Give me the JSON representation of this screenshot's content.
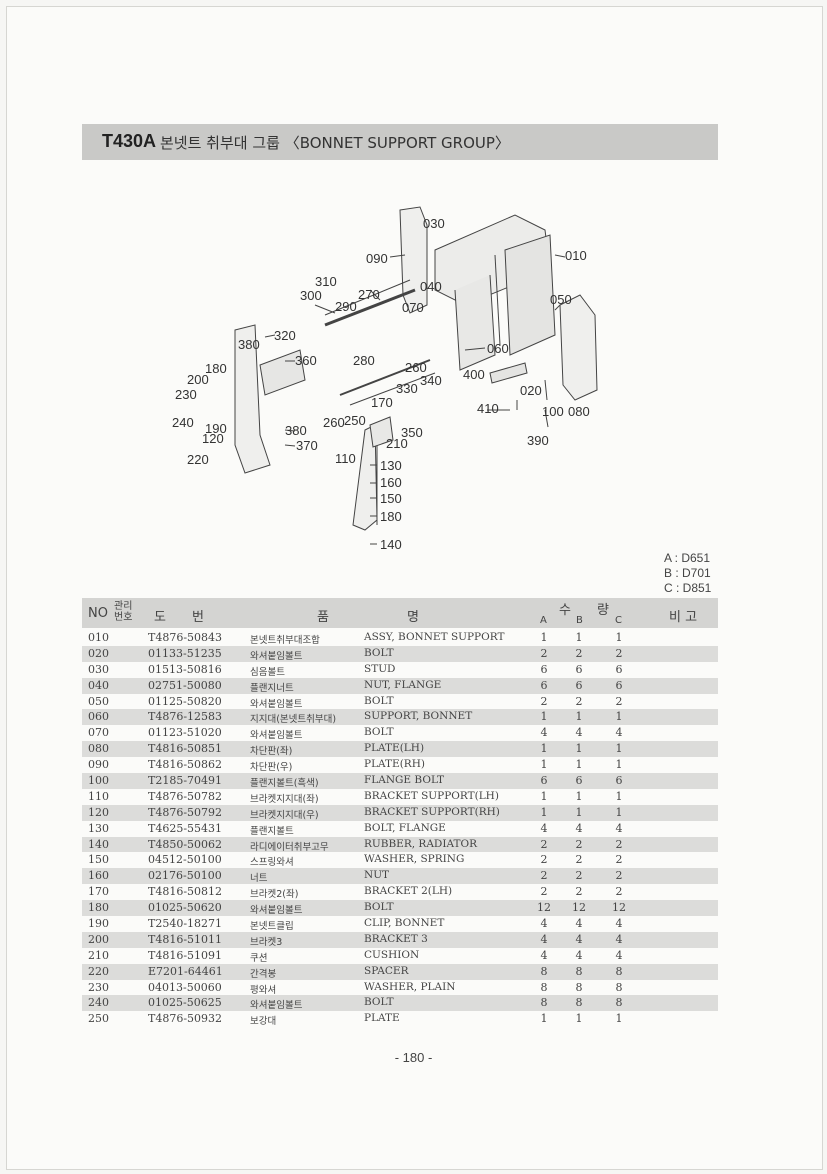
{
  "header": {
    "code": "T430A",
    "title": "본넷트 취부대 그룹 〈BONNET SUPPORT GROUP〉"
  },
  "diagram_labels": [
    "030",
    "090",
    "010",
    "310",
    "300",
    "270",
    "040",
    "290",
    "070",
    "050",
    "320",
    "380",
    "180",
    "360",
    "280",
    "060",
    "200",
    "260",
    "400",
    "340",
    "230",
    "330",
    "020",
    "170",
    "410",
    "100",
    "080",
    "240",
    "260",
    "250",
    "190",
    "350",
    "380",
    "120",
    "210",
    "390",
    "370",
    "220",
    "110",
    "130",
    "160",
    "150",
    "180",
    "140"
  ],
  "legend": [
    "A : D651",
    "B : D701",
    "C : D851"
  ],
  "table": {
    "header": {
      "no": "NO",
      "mgmt": [
        "관리",
        "번호"
      ],
      "part_no": "도　　번",
      "name": "품　　　　　　명",
      "qty": "수　　량",
      "qty_cols": [
        "A",
        "B",
        "C"
      ],
      "remarks": "비 고"
    },
    "rows": [
      {
        "no": "010",
        "part": "T4876-50843",
        "kor": "본넷트취부대조합",
        "eng": "ASSY, BONNET SUPPORT",
        "a": "1",
        "b": "1",
        "c": "1"
      },
      {
        "no": "020",
        "part": "01133-51235",
        "kor": "와셔붙임볼트",
        "eng": "BOLT",
        "a": "2",
        "b": "2",
        "c": "2"
      },
      {
        "no": "030",
        "part": "01513-50816",
        "kor": "심음볼트",
        "eng": "STUD",
        "a": "6",
        "b": "6",
        "c": "6"
      },
      {
        "no": "040",
        "part": "02751-50080",
        "kor": "플랜지너트",
        "eng": "NUT, FLANGE",
        "a": "6",
        "b": "6",
        "c": "6"
      },
      {
        "no": "050",
        "part": "01125-50820",
        "kor": "와셔붙임볼트",
        "eng": "BOLT",
        "a": "2",
        "b": "2",
        "c": "2"
      },
      {
        "no": "060",
        "part": "T4876-12583",
        "kor": "지지대(본넷트취부대)",
        "eng": "SUPPORT, BONNET",
        "a": "1",
        "b": "1",
        "c": "1"
      },
      {
        "no": "070",
        "part": "01123-51020",
        "kor": "와셔붙임볼트",
        "eng": "BOLT",
        "a": "4",
        "b": "4",
        "c": "4"
      },
      {
        "no": "080",
        "part": "T4816-50851",
        "kor": "차단판(좌)",
        "eng": "PLATE(LH)",
        "a": "1",
        "b": "1",
        "c": "1"
      },
      {
        "no": "090",
        "part": "T4816-50862",
        "kor": "차단판(우)",
        "eng": "PLATE(RH)",
        "a": "1",
        "b": "1",
        "c": "1"
      },
      {
        "no": "100",
        "part": "T2185-70491",
        "kor": "플랜지볼트(흑색)",
        "eng": "FLANGE BOLT",
        "a": "6",
        "b": "6",
        "c": "6"
      },
      {
        "no": "110",
        "part": "T4876-50782",
        "kor": "브라켓지지대(좌)",
        "eng": "BRACKET SUPPORT(LH)",
        "a": "1",
        "b": "1",
        "c": "1"
      },
      {
        "no": "120",
        "part": "T4876-50792",
        "kor": "브라켓지지대(우)",
        "eng": "BRACKET SUPPORT(RH)",
        "a": "1",
        "b": "1",
        "c": "1"
      },
      {
        "no": "130",
        "part": "T4625-55431",
        "kor": "플랜지볼트",
        "eng": "BOLT, FLANGE",
        "a": "4",
        "b": "4",
        "c": "4"
      },
      {
        "no": "140",
        "part": "T4850-50062",
        "kor": "라디에이터취부고무",
        "eng": "RUBBER, RADIATOR",
        "a": "2",
        "b": "2",
        "c": "2"
      },
      {
        "no": "150",
        "part": "04512-50100",
        "kor": "스프링와셔",
        "eng": "WASHER, SPRING",
        "a": "2",
        "b": "2",
        "c": "2"
      },
      {
        "no": "160",
        "part": "02176-50100",
        "kor": "너트",
        "eng": "NUT",
        "a": "2",
        "b": "2",
        "c": "2"
      },
      {
        "no": "170",
        "part": "T4816-50812",
        "kor": "브라켓2(좌)",
        "eng": "BRACKET 2(LH)",
        "a": "2",
        "b": "2",
        "c": "2"
      },
      {
        "no": "180",
        "part": "01025-50620",
        "kor": "와셔붙임볼트",
        "eng": "BOLT",
        "a": "12",
        "b": "12",
        "c": "12"
      },
      {
        "no": "190",
        "part": "T2540-18271",
        "kor": "본넷트클립",
        "eng": "CLIP, BONNET",
        "a": "4",
        "b": "4",
        "c": "4"
      },
      {
        "no": "200",
        "part": "T4816-51011",
        "kor": "브라켓3",
        "eng": "BRACKET 3",
        "a": "4",
        "b": "4",
        "c": "4"
      },
      {
        "no": "210",
        "part": "T4816-51091",
        "kor": "쿠션",
        "eng": "CUSHION",
        "a": "4",
        "b": "4",
        "c": "4"
      },
      {
        "no": "220",
        "part": "E7201-64461",
        "kor": "간격봉",
        "eng": "SPACER",
        "a": "8",
        "b": "8",
        "c": "8"
      },
      {
        "no": "230",
        "part": "04013-50060",
        "kor": "평와셔",
        "eng": "WASHER, PLAIN",
        "a": "8",
        "b": "8",
        "c": "8"
      },
      {
        "no": "240",
        "part": "01025-50625",
        "kor": "와셔붙임볼트",
        "eng": "BOLT",
        "a": "8",
        "b": "8",
        "c": "8"
      },
      {
        "no": "250",
        "part": "T4876-50932",
        "kor": "보강대",
        "eng": "PLATE",
        "a": "1",
        "b": "1",
        "c": "1"
      }
    ]
  },
  "page_number": "- 180 -"
}
